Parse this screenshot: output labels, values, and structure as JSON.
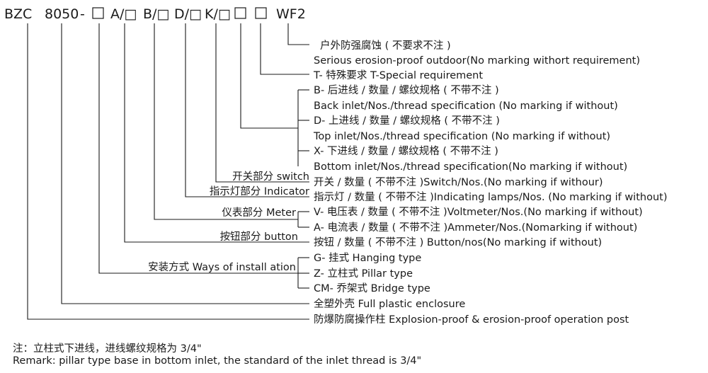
{
  "code": {
    "bzc": "BZC",
    "model": "8050",
    "dash": "-",
    "slot1": "□",
    "a": "A/□",
    "b": "B/□",
    "d": "D/□",
    "k": "K/□",
    "slot2": "□",
    "slot3": "□",
    "wf2": "WF2"
  },
  "left_labels": {
    "switch": "开关部分 switch",
    "indicator": "指示灯部分 Indicator",
    "meter": "仪表部分 Meter",
    "button": "按钮部分 button",
    "install": "安装方式 Ways of install ation"
  },
  "descriptions": [
    "户外防强腐蚀 ( 不要求不注 )",
    "Serious erosion-proof outdoor(No marking withort requirement)",
    "T- 特殊要求 T-Special requirement",
    "B- 后进线 / 数量 / 螺纹规格 ( 不带不注 )",
    "Back inlet/Nos./thread specification (No marking if without)",
    "D- 上进线 / 数量 / 螺纹规格 ( 不带不注 )",
    "Top inlet/Nos./thread specification (No marking if without)",
    "X- 下进线 / 数量 / 螺纹规格 ( 不带不注 )",
    "Bottom inlet/Nos./thread specification(No marking if without)",
    "开关 / 数量 ( 不带不注 )Switch/Nos.(No marking if withour)",
    "指示灯 / 数量 ( 不带不注 )Indicating lamps/Nos. (No marking if without)",
    "V- 电压表 / 数量 ( 不带不注 )Voltmeter/Nos.(No marking if without)",
    "A- 电流表 / 数量 ( 不带不注 )Ammeter/Nos.(Nomarking if without)",
    "按钮 / 数量 ( 不带不注 ) Button/nos(No marking if without)",
    "G- 挂式 Hanging type",
    "Z- 立柱式 Pillar type",
    "CM- 乔架式 Bridge type",
    "全塑外壳 Full plastic enclosure",
    "防爆防腐操作柱 Explosion-proof & erosion-proof operation post"
  ],
  "notes": {
    "cn": "注：立柱式下进线，进线螺纹规格为 3/4\"",
    "en": "Remark: pillar type base in bottom inlet, the standard of the inlet thread is 3/4\""
  }
}
